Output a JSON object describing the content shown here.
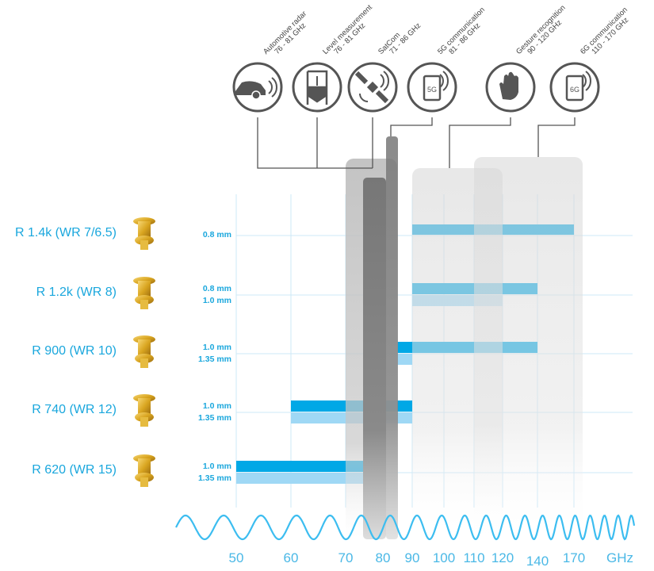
{
  "applications": [
    {
      "name": "Automotive radar",
      "range": "76 - 81 GHz",
      "icon": "car-radar-icon",
      "from": 76,
      "to": 81
    },
    {
      "name": "Level measurement",
      "range": "76 - 81 GHz",
      "icon": "tank-level-icon",
      "from": 76,
      "to": 81
    },
    {
      "name": "SatCom",
      "range": "71 - 86 GHz",
      "icon": "satellite-icon",
      "from": 71,
      "to": 86
    },
    {
      "name": "5G communication",
      "range": "81 - 86 GHz",
      "icon": "phone-5g-icon",
      "badge": "5G",
      "from": 81,
      "to": 86
    },
    {
      "name": "Gesture recognition",
      "range": "90 - 120 GHz",
      "icon": "hand-gesture-icon",
      "from": 90,
      "to": 120
    },
    {
      "name": "6G communication",
      "range": "110 - 170 GHz",
      "icon": "phone-6g-icon",
      "badge": "6G",
      "from": 110,
      "to": 170
    }
  ],
  "products": [
    {
      "name": "R 1.4k (WR 7/6.5)",
      "bands": [
        {
          "size": "0.8 mm",
          "from": 90,
          "to": 170
        }
      ]
    },
    {
      "name": "R 1.2k (WR 8)",
      "bands": [
        {
          "size": "0.8 mm",
          "from": 90,
          "to": 140
        },
        {
          "size": "1.0 mm",
          "from": 90,
          "to": 120
        }
      ]
    },
    {
      "name": "R 900 (WR 10)",
      "bands": [
        {
          "size": "1.0 mm",
          "from": 85,
          "to": 140
        },
        {
          "size": "1.35 mm",
          "from": 85,
          "to": 90
        }
      ]
    },
    {
      "name": "R 740 (WR 12)",
      "bands": [
        {
          "size": "1.0 mm",
          "from": 60,
          "to": 90
        },
        {
          "size": "1.35 mm",
          "from": 60,
          "to": 90
        }
      ]
    },
    {
      "name": "R 620 (WR 15)",
      "bands": [
        {
          "size": "1.0 mm",
          "from": 50,
          "to": 75
        },
        {
          "size": "1.35 mm",
          "from": 50,
          "to": 75
        }
      ]
    }
  ],
  "axis": {
    "ticks": [
      "50",
      "60",
      "70",
      "80",
      "90",
      "100",
      "110",
      "120",
      "140",
      "170"
    ],
    "unit": "GHz"
  },
  "colors": {
    "primary": "#00a8e6",
    "secondary": "#9fd8f5",
    "grid": "#cde8f7",
    "icon": "#555555",
    "text": "#1aa7dd"
  }
}
